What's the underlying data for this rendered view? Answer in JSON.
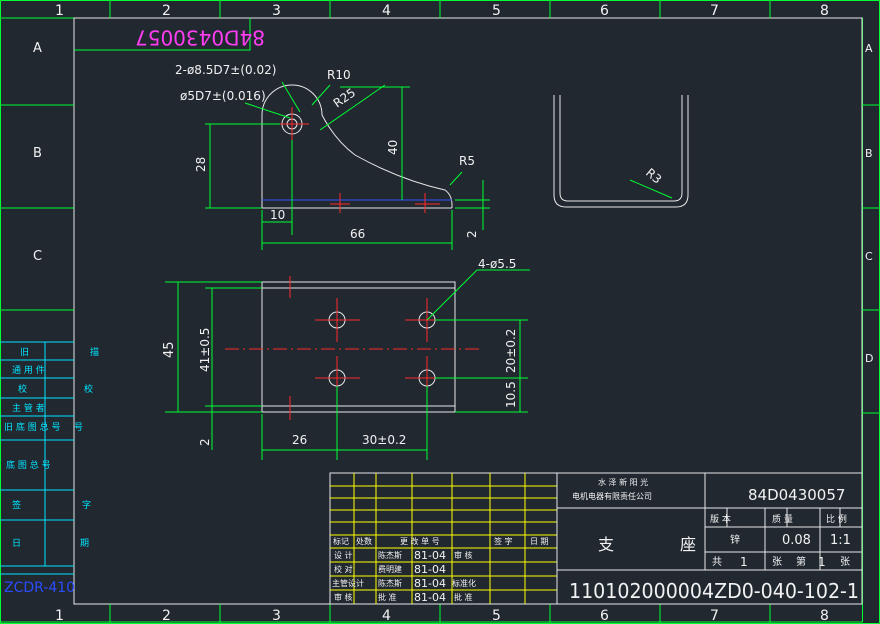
{
  "border": {
    "columns": [
      "1",
      "2",
      "3",
      "4",
      "5",
      "6",
      "7",
      "8"
    ],
    "rows": [
      "A",
      "B",
      "C",
      "D"
    ]
  },
  "drawing_code_mirrored": "84D0430057",
  "dimensions": {
    "holes_2": "2-ø8.5D7±(0.02)",
    "hole_1": "ø5D7±(0.016)",
    "r10": "R10",
    "r25": "R25",
    "r5": "R5",
    "r3": "R3",
    "d28": "28",
    "d40": "40",
    "d10": "10",
    "d66": "66",
    "d2a": "2",
    "d2b": "2",
    "d45": "45",
    "d41": "41±0.5",
    "d20": "20±0.2",
    "d10_5": "10.5",
    "d26": "26",
    "d30": "30±0.2",
    "holes_4": "4-ø5.5"
  },
  "left_panel": {
    "labels": [
      "旧",
      "通 用 件",
      "校",
      "主 管 者",
      "旧 底 图 总 号",
      "底 图 总 号",
      "签",
      "日"
    ],
    "right_labels": [
      "描",
      "校",
      "号",
      "字",
      "期"
    ],
    "bottom_code": "ZCDR-410"
  },
  "title_block": {
    "company_line1": "水 泽 新 阳 光",
    "company_line2": "电机电器有限责任公司",
    "drawing_number": "84D0430057",
    "part_name_1": "支",
    "part_name_2": "座",
    "material_header": "版 本",
    "weight_header": "质 量",
    "scale_header": "比 例",
    "material": "锌",
    "weight": "0.08",
    "scale": "1:1",
    "total_label": "共",
    "total_value": "1",
    "total_unit": "张",
    "sheet_label": "第",
    "sheet_value": "1",
    "sheet_unit": "张",
    "code_bottom": "110102000004ZD0-040-102-1",
    "rev_headers": [
      "标记",
      "处数",
      "更 改 单 号",
      "签 字",
      "日 期"
    ],
    "rows": [
      {
        "role": "设 计",
        "name": "陈杰斯",
        "date": "81-04",
        "extra": "审 核"
      },
      {
        "role": "校 对",
        "name": "费明建",
        "date": "81-04",
        "extra": ""
      },
      {
        "role": "主管设计",
        "name": "陈杰斯",
        "date": "81-04",
        "extra": "标准化"
      },
      {
        "role": "审 核",
        "name": "批 准",
        "date": "81-04",
        "extra": "批 准"
      }
    ]
  }
}
